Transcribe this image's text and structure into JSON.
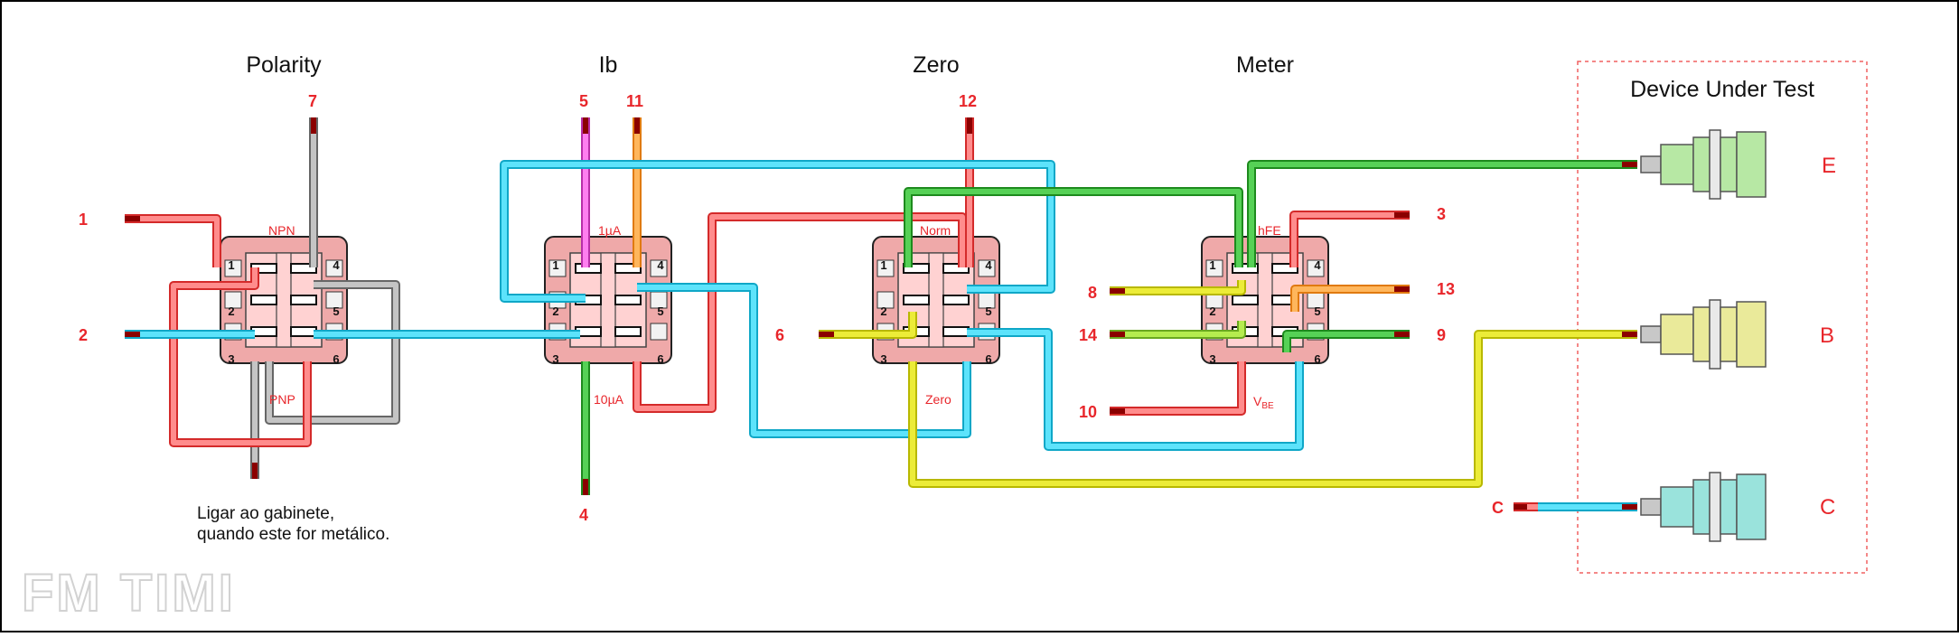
{
  "titles": {
    "polarity": "Polarity",
    "ib": "Ib",
    "zero": "Zero",
    "meter": "Meter",
    "dut": "Device Under Test"
  },
  "positions": {
    "npn": "NPN",
    "pnp": "PNP",
    "ua1": "1µA",
    "ua10": "10µA",
    "norm": "Norm",
    "zero": "Zero",
    "hfe": "hFE",
    "vbe_main": "V",
    "vbe_sub": "BE"
  },
  "pins": {
    "p1": "1",
    "p2": "2",
    "p3": "3",
    "p4": "4",
    "p5": "5",
    "p6": "6",
    "p7": "7",
    "p8": "8",
    "p9": "9",
    "p10": "10",
    "p11": "11",
    "p12": "12",
    "p13": "13",
    "p14": "14",
    "pc": "C"
  },
  "terminals": {
    "e": "E",
    "b": "B",
    "c": "C"
  },
  "switch_pins": [
    "1",
    "2",
    "3",
    "4",
    "5",
    "6"
  ],
  "note": {
    "line1": "Ligar ao gabinete,",
    "line2": "quando este for metálico."
  },
  "brand": "FM TIMI",
  "colors": {
    "red": "#ff5555",
    "cyan": "#22d3f5",
    "green": "#2fb52f",
    "yellow": "#e8e820",
    "lime": "#a3e033",
    "orange": "#ff9a2e",
    "magenta": "#ee4fd8",
    "gray": "#a8a8a8",
    "label_red": "#e8262b"
  }
}
